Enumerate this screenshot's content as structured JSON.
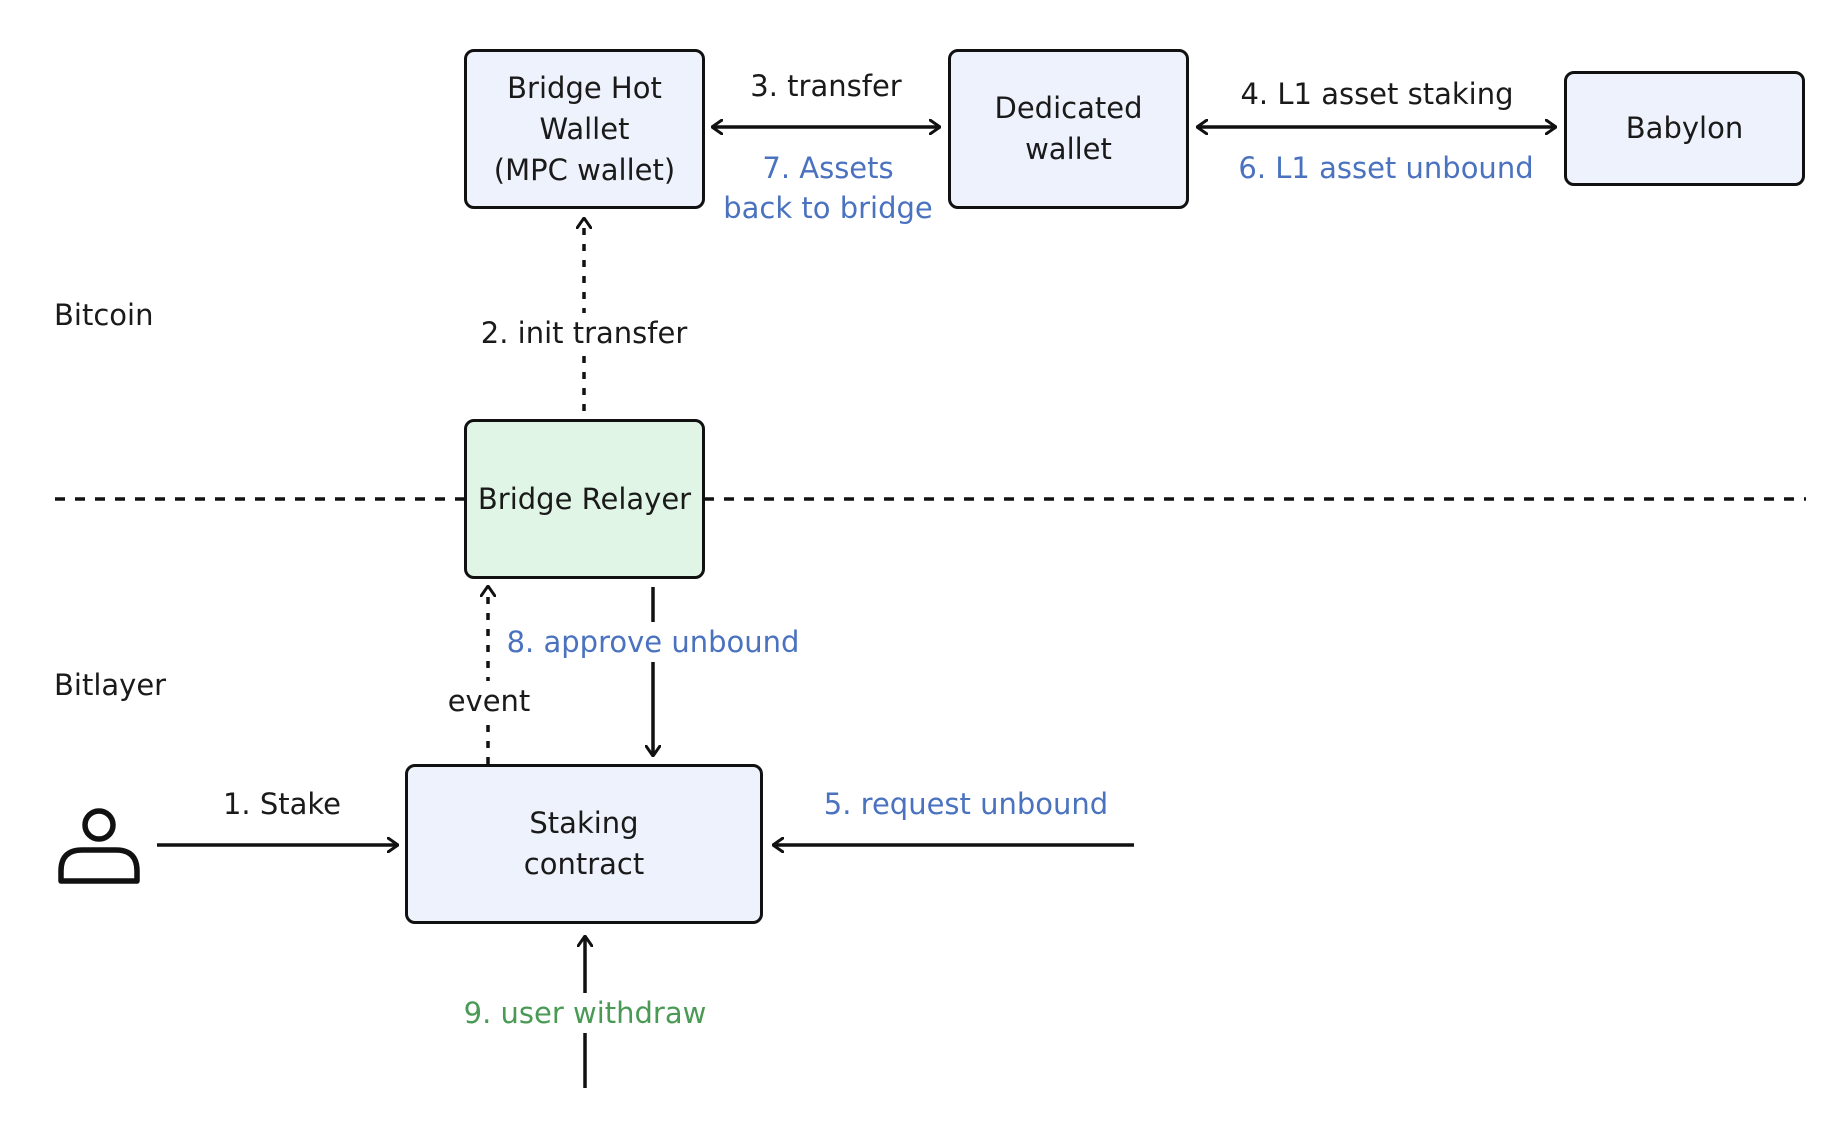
{
  "layers": {
    "top": "Bitcoin",
    "bottom": "Bitlayer"
  },
  "nodes": {
    "bridge_hot_wallet": "Bridge Hot\nWallet\n(MPC wallet)",
    "dedicated_wallet": "Dedicated\nwallet",
    "babylon": "Babylon",
    "bridge_relayer": "Bridge Relayer",
    "staking_contract": "Staking\ncontract"
  },
  "edges": {
    "transfer": "3. transfer",
    "assets_back": "7. Assets\nback to bridge",
    "l1_staking": "4. L1 asset staking",
    "l1_unbound": "6. L1 asset unbound",
    "init_transfer": "2. init transfer",
    "approve_unbound": "8. approve unbound",
    "event": "event",
    "stake": "1. Stake",
    "request_unbound": "5. request unbound",
    "user_withdraw": "9. user withdraw"
  },
  "icons": {
    "user": "user-icon"
  },
  "colors": {
    "node_fill": "#eef2fc",
    "relayer_fill": "#e0f5e5",
    "stroke": "#111111",
    "blue_text": "#4a72bf",
    "green_text": "#4a9a55"
  }
}
